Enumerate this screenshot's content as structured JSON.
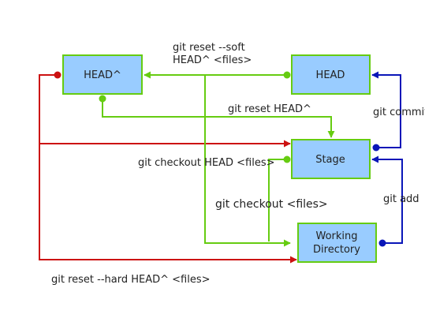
{
  "colors": {
    "green": "#66cc11",
    "red": "#cc1111",
    "blue": "#0a16b8",
    "box_fill": "#99ccff",
    "box_stroke": "#66cc11"
  },
  "nodes": {
    "head_parent": "HEAD^",
    "head": "HEAD",
    "stage": "Stage",
    "working_directory_line1": "Working",
    "working_directory_line2": "Directory"
  },
  "commands": {
    "reset_soft_line1": "git reset --soft",
    "reset_soft_line2": "HEAD^ <files>",
    "reset_head": "git reset HEAD^",
    "commit": "git commit",
    "checkout_head": "git checkout HEAD <files>",
    "checkout_files": "git checkout <files>",
    "add": "git add",
    "reset_hard": "git reset --hard HEAD^ <files>"
  }
}
